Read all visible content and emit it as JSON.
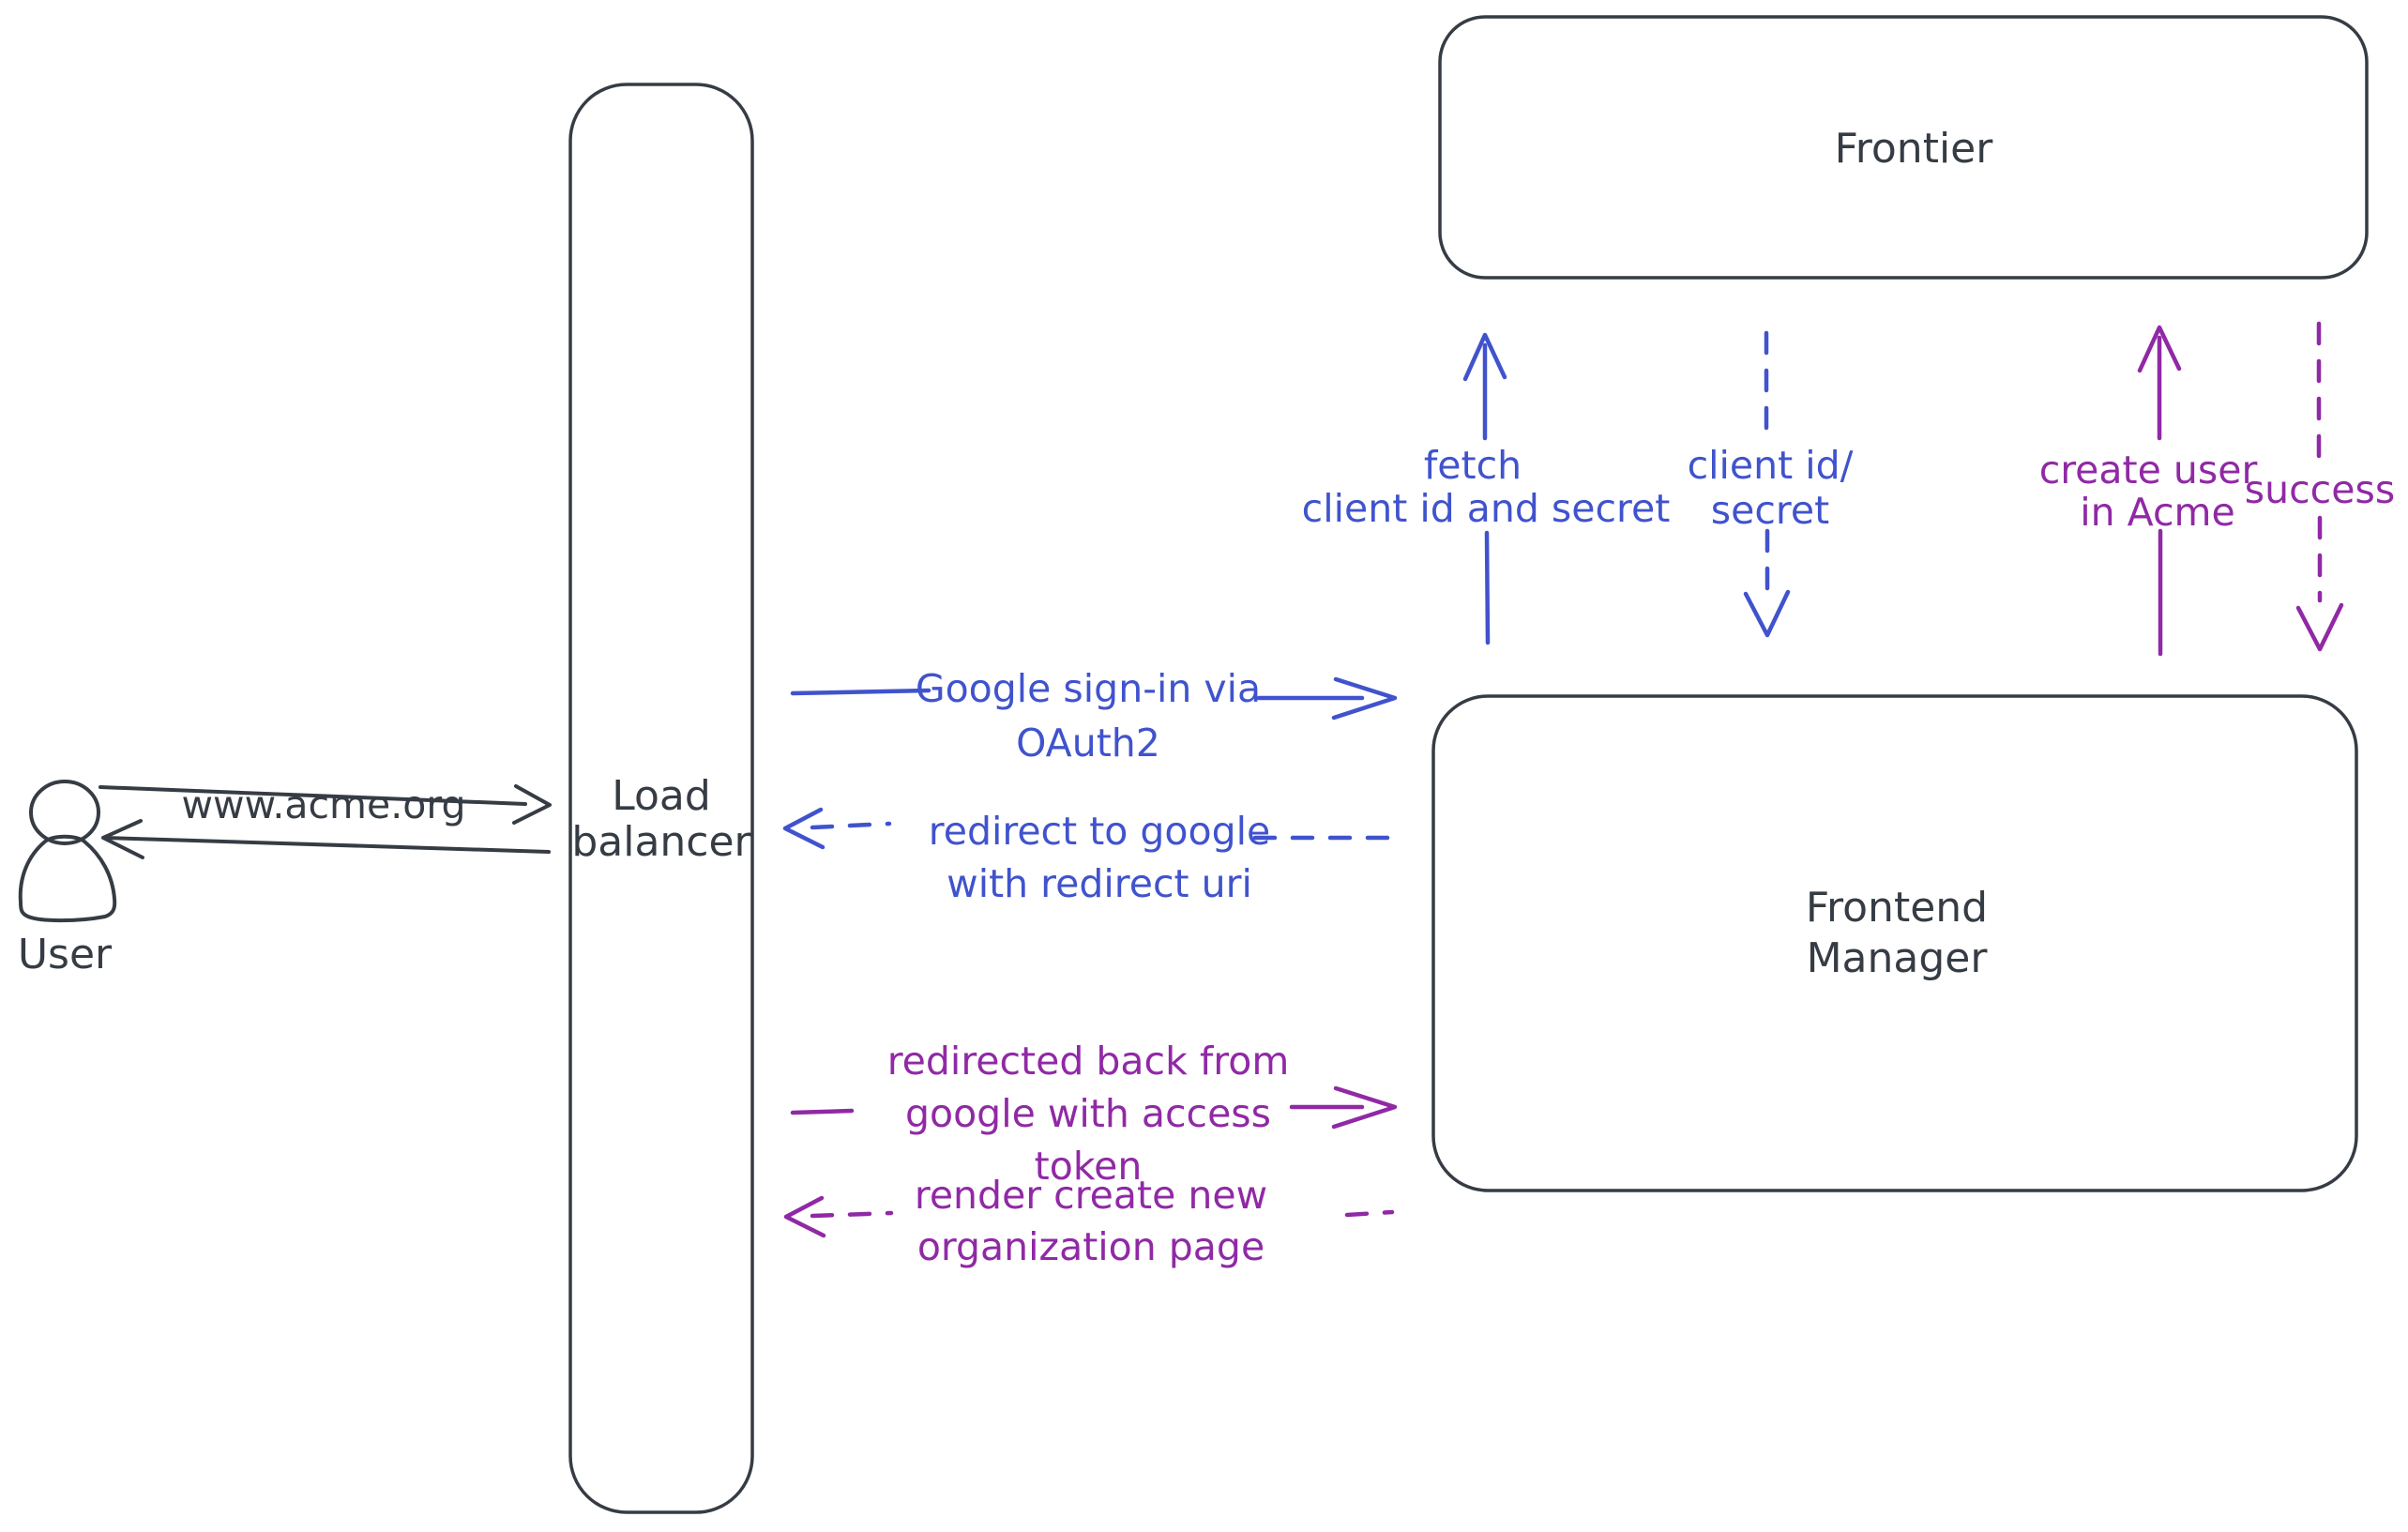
{
  "colors": {
    "ink": "#363c44",
    "blue": "#4053cd",
    "purple": "#9029a5",
    "background": "#ffffff",
    "hatch": "#c9d1da"
  },
  "nodes": {
    "user": {
      "label": "User"
    },
    "load_balancer": {
      "lines": [
        "Load",
        "balancer"
      ]
    },
    "frontier": {
      "label": "Frontier"
    },
    "frontend_manager": {
      "lines": [
        "Frontend",
        "Manager"
      ]
    }
  },
  "edges": {
    "user_to_lb": {
      "label": "www.acme.org",
      "style": "solid",
      "color": "ink",
      "direction": "right"
    },
    "lb_to_user": {
      "label": "",
      "style": "solid",
      "color": "ink",
      "direction": "left"
    },
    "google_signin": {
      "lines": [
        "Google sign-in via",
        "OAuth2"
      ],
      "style": "solid",
      "color": "blue",
      "direction": "right"
    },
    "redirect_google": {
      "lines": [
        "redirect to google",
        "with redirect uri"
      ],
      "style": "dashed",
      "color": "blue",
      "direction": "left"
    },
    "redirected_back": {
      "lines": [
        "redirected back from",
        "google with access",
        "token"
      ],
      "style": "solid",
      "color": "purple",
      "direction": "right"
    },
    "render_org": {
      "lines": [
        "render create new",
        "organization page"
      ],
      "style": "dashed",
      "color": "purple",
      "direction": "left"
    },
    "fetch_client": {
      "lines": [
        "fetch",
        "client id and secret"
      ],
      "style": "solid",
      "color": "blue",
      "direction": "up"
    },
    "client_id_secret": {
      "lines": [
        "client id/",
        "secret"
      ],
      "style": "dashed",
      "color": "blue",
      "direction": "down"
    },
    "create_user": {
      "lines": [
        "create user",
        "in Acme"
      ],
      "style": "solid",
      "color": "purple",
      "direction": "up"
    },
    "success": {
      "label": "success",
      "style": "dashed",
      "color": "purple",
      "direction": "down"
    }
  }
}
